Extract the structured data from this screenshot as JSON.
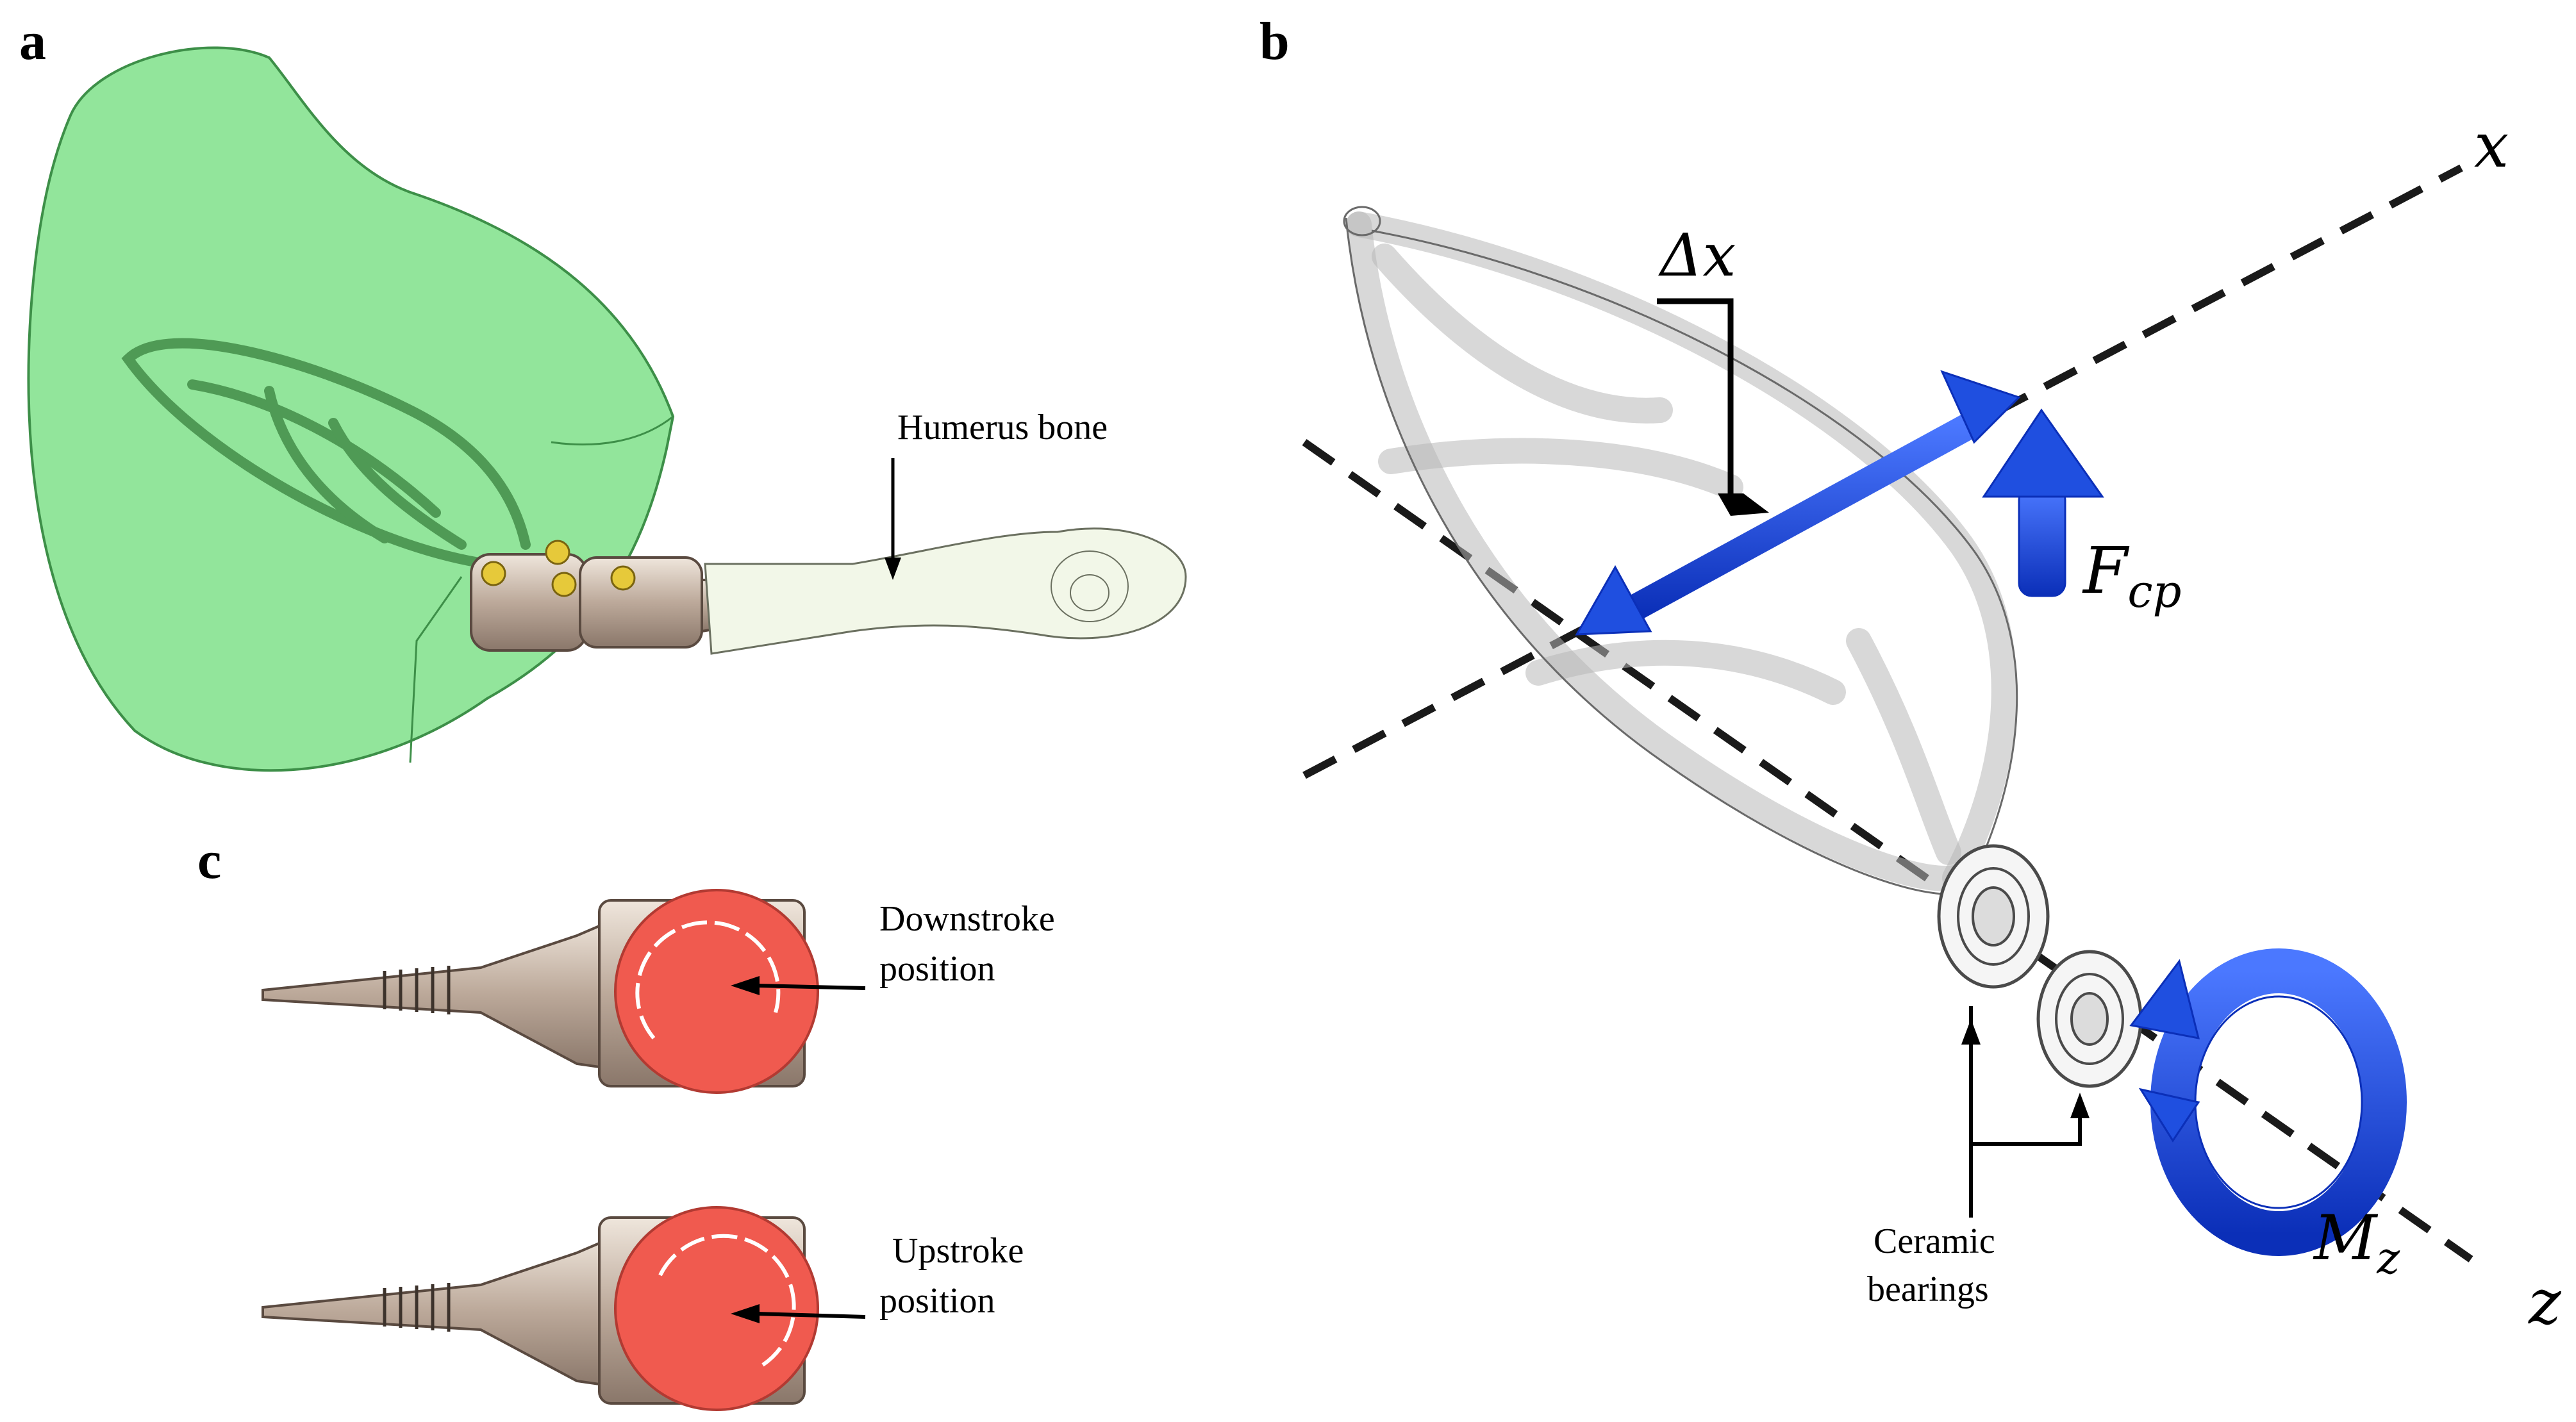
{
  "panels": {
    "a": {
      "label": "a",
      "callout": "Humerus bone"
    },
    "b": {
      "label": "b",
      "x_axis": "x",
      "z_axis": "z",
      "displacement": "Δx",
      "force_symbol": "F",
      "force_subscript": "cp",
      "moment_symbol": "M",
      "moment_subscript": "z",
      "bearings_line1": "Ceramic",
      "bearings_line2": "bearings"
    },
    "c": {
      "label": "c",
      "downstroke_line1": "Downstroke",
      "downstroke_line2": "position",
      "upstroke_line1": "Upstroke",
      "upstroke_line2": "position"
    }
  },
  "colors": {
    "body_green": "#7fe08a",
    "force_blue": "#1f4fe0",
    "disc_red": "#f05a4f",
    "metal": "#c9b8a6"
  }
}
